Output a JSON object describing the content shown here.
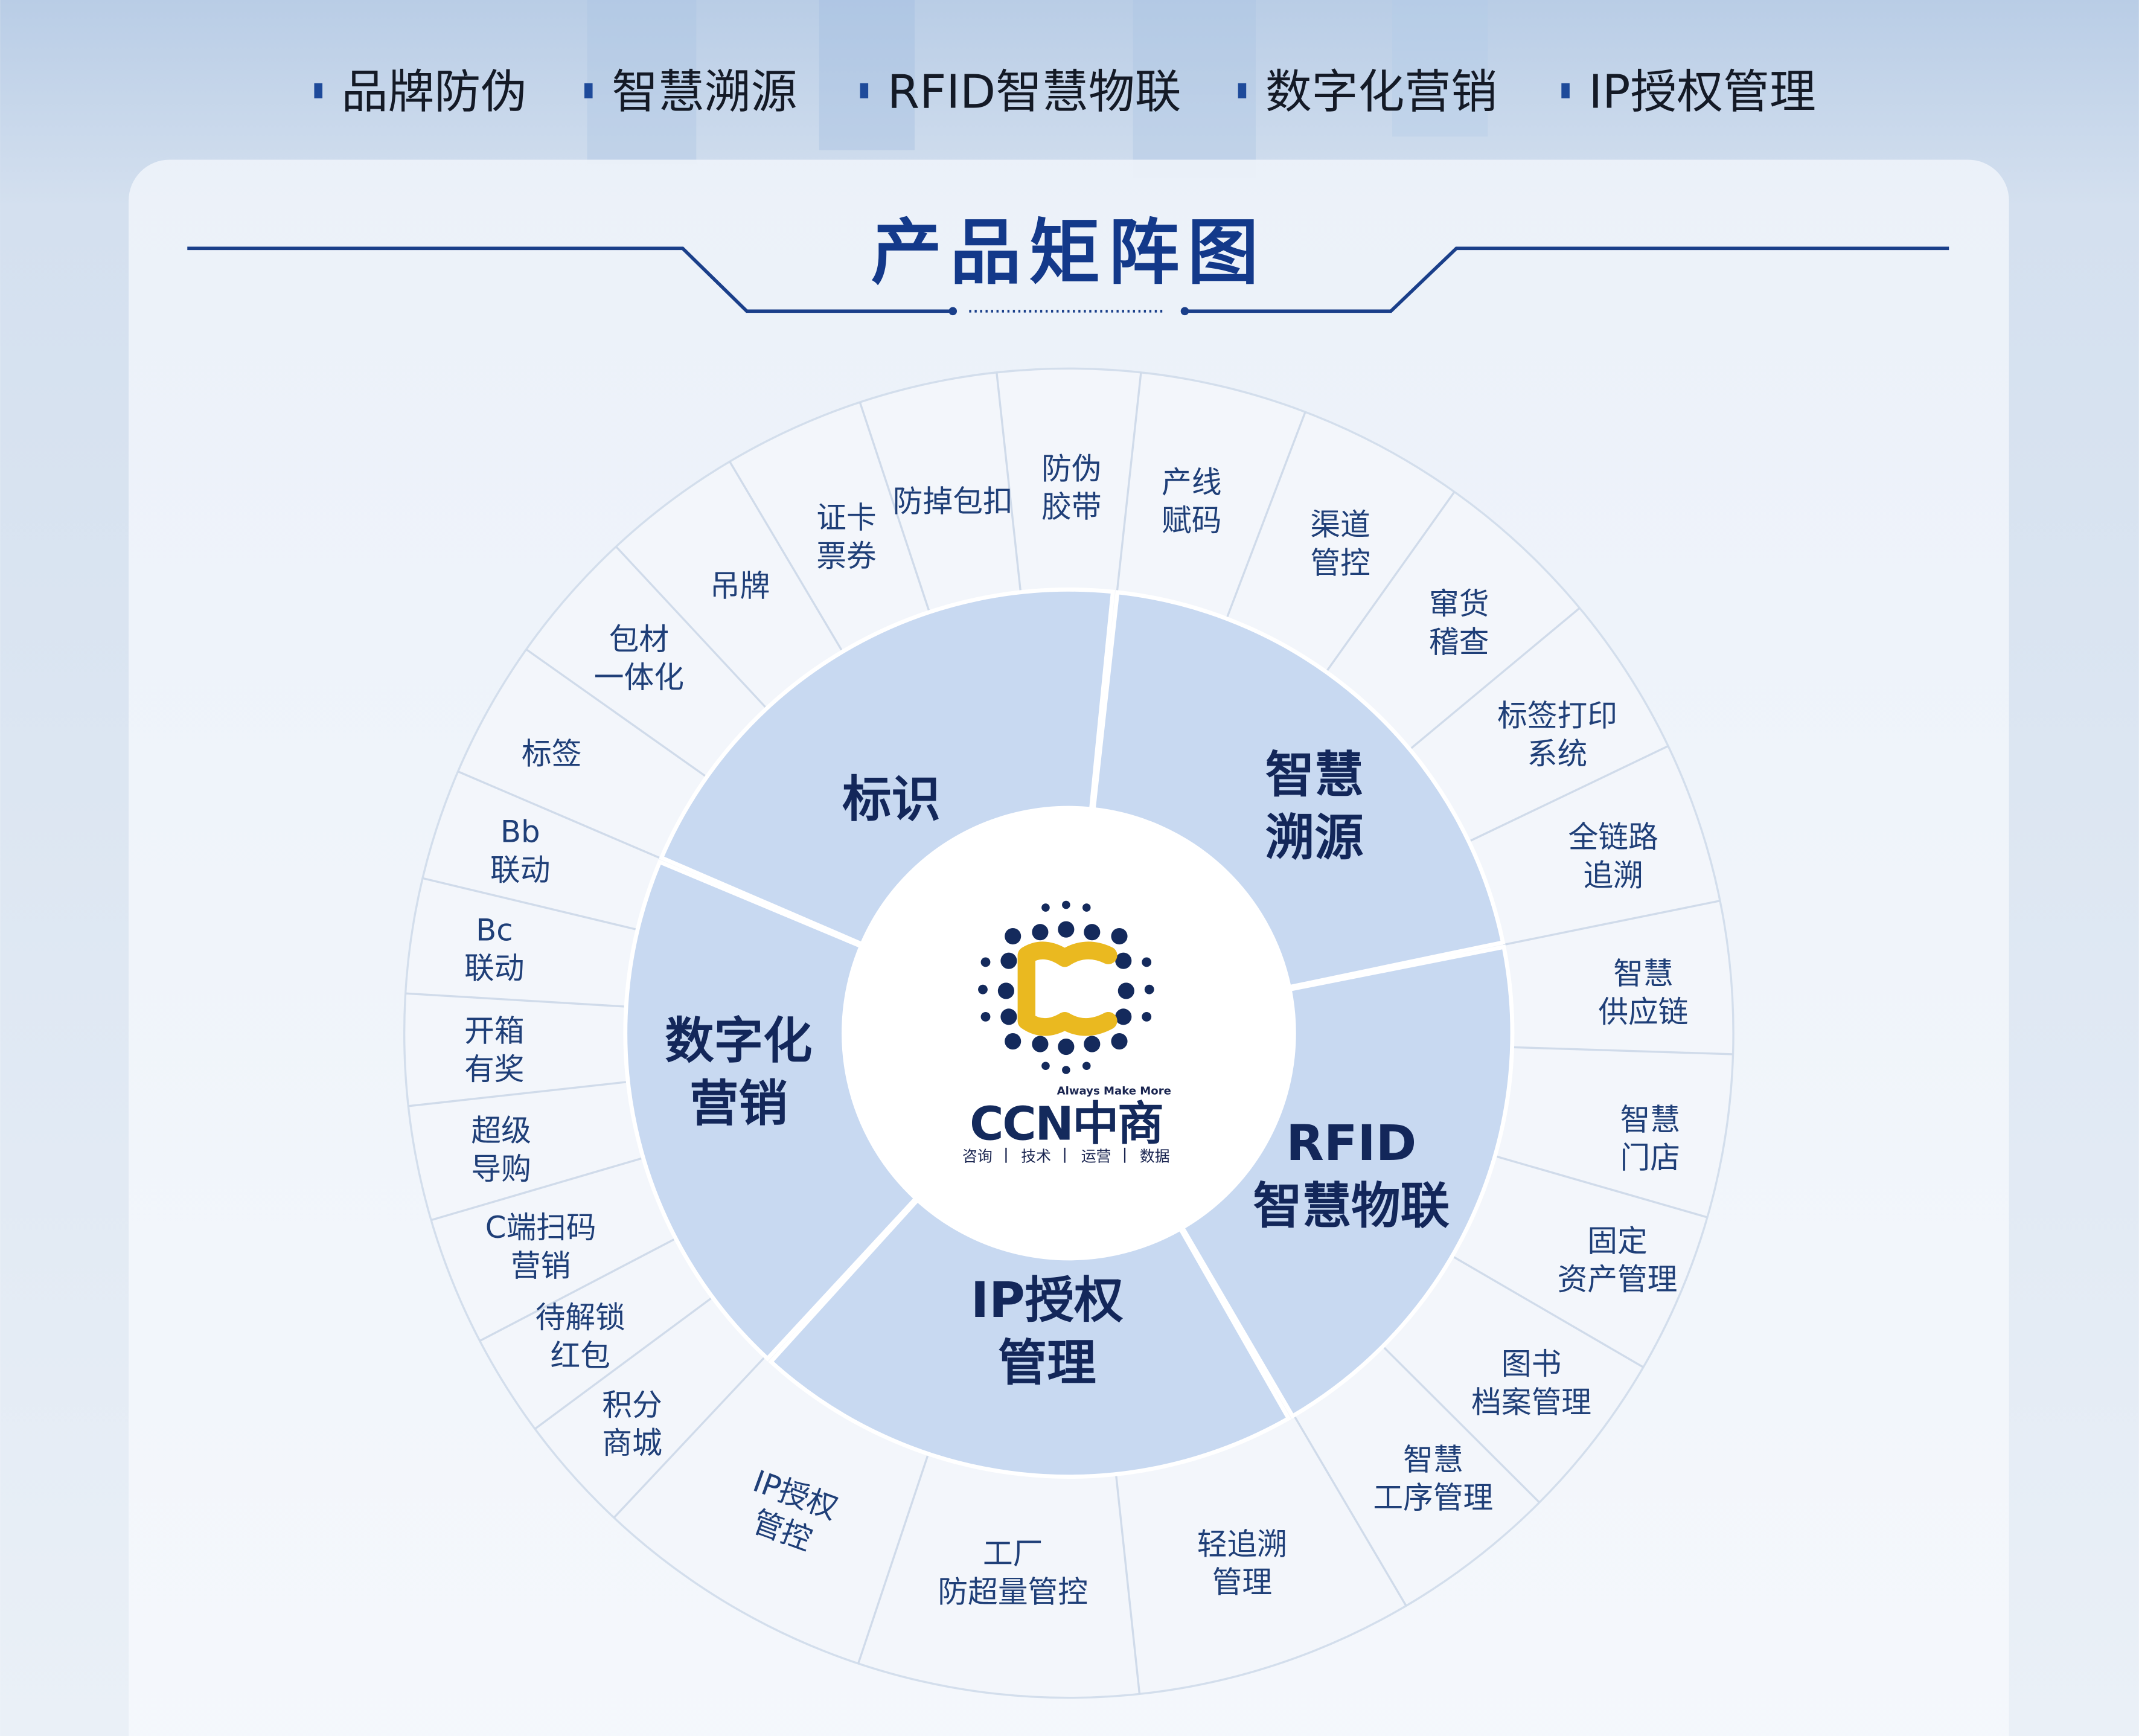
{
  "nav": {
    "items": [
      "品牌防伪",
      "智慧溯源",
      "RFID智慧物联",
      "数字化营销",
      "IP授权管理"
    ],
    "bullet_color": "#1e4a9a"
  },
  "title": "产品矩阵图",
  "colors": {
    "accent": "#13398a",
    "inner_ring": "#c8d9f1",
    "outer_ring": "#f3f6fb",
    "logo_navy": "#142a5c",
    "logo_yellow": "#eab920"
  },
  "segments": [
    {
      "lines": [
        "标识"
      ]
    },
    {
      "lines": [
        "智慧",
        "溯源"
      ]
    },
    {
      "lines": [
        "RFID",
        "智慧物联"
      ]
    },
    {
      "lines": [
        "IP授权",
        "管理"
      ]
    },
    {
      "lines": [
        "数字化",
        "营销"
      ]
    }
  ],
  "outer_items": [
    {
      "lines": [
        "防伪",
        "胶带"
      ]
    },
    {
      "lines": [
        "产线",
        "赋码"
      ]
    },
    {
      "lines": [
        "渠道",
        "管控"
      ]
    },
    {
      "lines": [
        "窜货",
        "稽查"
      ]
    },
    {
      "lines": [
        "标签打印",
        "系统"
      ]
    },
    {
      "lines": [
        "全链路",
        "追溯"
      ]
    },
    {
      "lines": [
        "智慧",
        "供应链"
      ]
    },
    {
      "lines": [
        "智慧",
        "门店"
      ]
    },
    {
      "lines": [
        "固定",
        "资产管理"
      ]
    },
    {
      "lines": [
        "图书",
        "档案管理"
      ]
    },
    {
      "lines": [
        "智慧",
        "工序管理"
      ]
    },
    {
      "lines": [
        "轻追溯",
        "管理"
      ]
    },
    {
      "lines": [
        "工厂",
        "防超量管控"
      ]
    },
    {
      "lines": [
        "IP授权",
        "管控"
      ]
    },
    {
      "lines": [
        "积分",
        "商城"
      ]
    },
    {
      "lines": [
        "待解锁",
        "红包"
      ]
    },
    {
      "lines": [
        "C端扫码",
        "营销"
      ]
    },
    {
      "lines": [
        "超级",
        "导购"
      ]
    },
    {
      "lines": [
        "开箱",
        "有奖"
      ]
    },
    {
      "lines": [
        "Bc",
        "联动"
      ]
    },
    {
      "lines": [
        "Bb",
        "联动"
      ]
    },
    {
      "lines": [
        "标签"
      ]
    },
    {
      "lines": [
        "包材",
        "一体化"
      ]
    },
    {
      "lines": [
        "吊牌"
      ]
    },
    {
      "lines": [
        "证卡",
        "票券"
      ]
    },
    {
      "lines": [
        "防掉包扣"
      ]
    }
  ],
  "logo": {
    "tagline": "Always Make More",
    "wordmark": "CCN中商",
    "services": [
      "咨询",
      "技术",
      "运营",
      "数据"
    ]
  }
}
